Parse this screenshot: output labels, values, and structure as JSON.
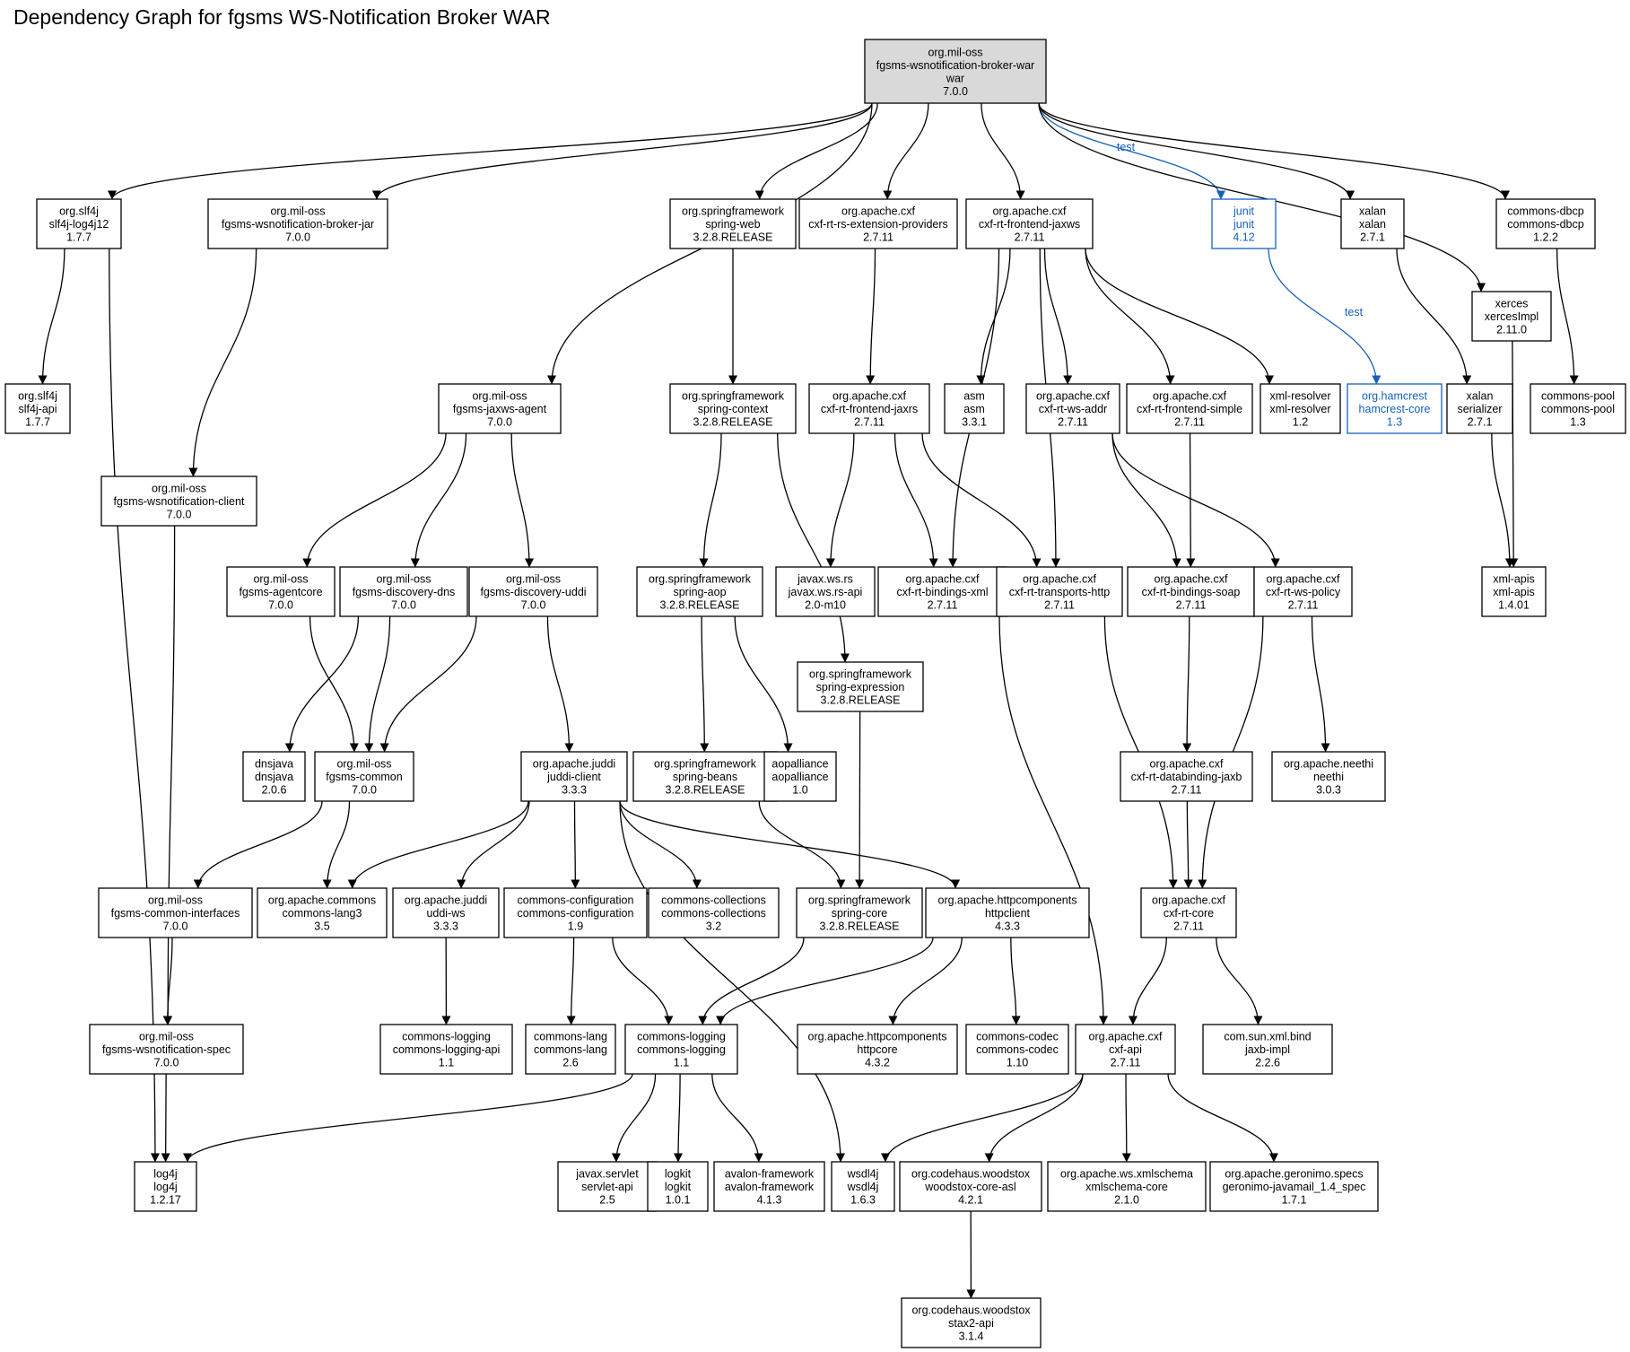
{
  "title": "Dependency Graph for fgsms WS-Notification Broker WAR",
  "colors": {
    "test": "#1560bd",
    "root_fill": "#d9d9d9",
    "default": "#000000"
  },
  "nodes": [
    {
      "id": "root",
      "lines": [
        "org.mil-oss",
        "fgsms-wsnotification-broker-war",
        "war",
        "7.0.0"
      ],
      "style": "root"
    },
    {
      "id": "slf4j-log4j12",
      "lines": [
        "org.slf4j",
        "slf4j-log4j12",
        "1.7.7"
      ]
    },
    {
      "id": "broker-jar",
      "lines": [
        "org.mil-oss",
        "fgsms-wsnotification-broker-jar",
        "7.0.0"
      ]
    },
    {
      "id": "spring-web",
      "lines": [
        "org.springframework",
        "spring-web",
        "3.2.8.RELEASE"
      ]
    },
    {
      "id": "rs-ext",
      "lines": [
        "org.apache.cxf",
        "cxf-rt-rs-extension-providers",
        "2.7.11"
      ]
    },
    {
      "id": "frontend-jaxws",
      "lines": [
        "org.apache.cxf",
        "cxf-rt-frontend-jaxws",
        "2.7.11"
      ]
    },
    {
      "id": "junit",
      "lines": [
        "junit",
        "junit",
        "4.12"
      ],
      "style": "test"
    },
    {
      "id": "xalan",
      "lines": [
        "xalan",
        "xalan",
        "2.7.1"
      ]
    },
    {
      "id": "commons-dbcp",
      "lines": [
        "commons-dbcp",
        "commons-dbcp",
        "1.2.2"
      ]
    },
    {
      "id": "xerces",
      "lines": [
        "xerces",
        "xercesImpl",
        "2.11.0"
      ]
    },
    {
      "id": "slf4j-api",
      "lines": [
        "org.slf4j",
        "slf4j-api",
        "1.7.7"
      ]
    },
    {
      "id": "jaxws-agent",
      "lines": [
        "org.mil-oss",
        "fgsms-jaxws-agent",
        "7.0.0"
      ]
    },
    {
      "id": "spring-context",
      "lines": [
        "org.springframework",
        "spring-context",
        "3.2.8.RELEASE"
      ]
    },
    {
      "id": "frontend-jaxrs",
      "lines": [
        "org.apache.cxf",
        "cxf-rt-frontend-jaxrs",
        "2.7.11"
      ]
    },
    {
      "id": "asm",
      "lines": [
        "asm",
        "asm",
        "3.3.1"
      ]
    },
    {
      "id": "ws-addr",
      "lines": [
        "org.apache.cxf",
        "cxf-rt-ws-addr",
        "2.7.11"
      ]
    },
    {
      "id": "frontend-simple",
      "lines": [
        "org.apache.cxf",
        "cxf-rt-frontend-simple",
        "2.7.11"
      ]
    },
    {
      "id": "xml-resolver",
      "lines": [
        "xml-resolver",
        "xml-resolver",
        "1.2"
      ]
    },
    {
      "id": "hamcrest",
      "lines": [
        "org.hamcrest",
        "hamcrest-core",
        "1.3"
      ],
      "style": "test"
    },
    {
      "id": "serializer",
      "lines": [
        "xalan",
        "serializer",
        "2.7.1"
      ]
    },
    {
      "id": "commons-pool",
      "lines": [
        "commons-pool",
        "commons-pool",
        "1.3"
      ]
    },
    {
      "id": "wsn-client",
      "lines": [
        "org.mil-oss",
        "fgsms-wsnotification-client",
        "7.0.0"
      ]
    },
    {
      "id": "agentcore",
      "lines": [
        "org.mil-oss",
        "fgsms-agentcore",
        "7.0.0"
      ]
    },
    {
      "id": "discovery-dns",
      "lines": [
        "org.mil-oss",
        "fgsms-discovery-dns",
        "7.0.0"
      ]
    },
    {
      "id": "discovery-uddi",
      "lines": [
        "org.mil-oss",
        "fgsms-discovery-uddi",
        "7.0.0"
      ]
    },
    {
      "id": "spring-aop",
      "lines": [
        "org.springframework",
        "spring-aop",
        "3.2.8.RELEASE"
      ]
    },
    {
      "id": "jaxrs-api",
      "lines": [
        "javax.ws.rs",
        "javax.ws.rs-api",
        "2.0-m10"
      ]
    },
    {
      "id": "bindings-xml",
      "lines": [
        "org.apache.cxf",
        "cxf-rt-bindings-xml",
        "2.7.11"
      ]
    },
    {
      "id": "transports-http",
      "lines": [
        "org.apache.cxf",
        "cxf-rt-transports-http",
        "2.7.11"
      ]
    },
    {
      "id": "bindings-soap",
      "lines": [
        "org.apache.cxf",
        "cxf-rt-bindings-soap",
        "2.7.11"
      ]
    },
    {
      "id": "ws-policy",
      "lines": [
        "org.apache.cxf",
        "cxf-rt-ws-policy",
        "2.7.11"
      ]
    },
    {
      "id": "xml-apis",
      "lines": [
        "xml-apis",
        "xml-apis",
        "1.4.01"
      ]
    },
    {
      "id": "spring-expression",
      "lines": [
        "org.springframework",
        "spring-expression",
        "3.2.8.RELEASE"
      ]
    },
    {
      "id": "dnsjava",
      "lines": [
        "dnsjava",
        "dnsjava",
        "2.0.6"
      ]
    },
    {
      "id": "fgsms-common",
      "lines": [
        "org.mil-oss",
        "fgsms-common",
        "7.0.0"
      ]
    },
    {
      "id": "juddi-client",
      "lines": [
        "org.apache.juddi",
        "juddi-client",
        "3.3.3"
      ]
    },
    {
      "id": "spring-beans",
      "lines": [
        "org.springframework",
        "spring-beans",
        "3.2.8.RELEASE"
      ]
    },
    {
      "id": "aopalliance",
      "lines": [
        "aopalliance",
        "aopalliance",
        "1.0"
      ]
    },
    {
      "id": "databinding-jaxb",
      "lines": [
        "org.apache.cxf",
        "cxf-rt-databinding-jaxb",
        "2.7.11"
      ]
    },
    {
      "id": "neethi",
      "lines": [
        "org.apache.neethi",
        "neethi",
        "3.0.3"
      ]
    },
    {
      "id": "common-interfaces",
      "lines": [
        "org.mil-oss",
        "fgsms-common-interfaces",
        "7.0.0"
      ]
    },
    {
      "id": "commons-lang3",
      "lines": [
        "org.apache.commons",
        "commons-lang3",
        "3.5"
      ]
    },
    {
      "id": "uddi-ws",
      "lines": [
        "org.apache.juddi",
        "uddi-ws",
        "3.3.3"
      ]
    },
    {
      "id": "commons-configuration",
      "lines": [
        "commons-configuration",
        "commons-configuration",
        "1.9"
      ]
    },
    {
      "id": "commons-collections",
      "lines": [
        "commons-collections",
        "commons-collections",
        "3.2"
      ]
    },
    {
      "id": "spring-core",
      "lines": [
        "org.springframework",
        "spring-core",
        "3.2.8.RELEASE"
      ]
    },
    {
      "id": "httpclient",
      "lines": [
        "org.apache.httpcomponents",
        "httpclient",
        "4.3.3"
      ]
    },
    {
      "id": "cxf-core",
      "lines": [
        "org.apache.cxf",
        "cxf-rt-core",
        "2.7.11"
      ]
    },
    {
      "id": "wsn-spec",
      "lines": [
        "org.mil-oss",
        "fgsms-wsnotification-spec",
        "7.0.0"
      ]
    },
    {
      "id": "logging-api",
      "lines": [
        "commons-logging",
        "commons-logging-api",
        "1.1"
      ]
    },
    {
      "id": "commons-lang",
      "lines": [
        "commons-lang",
        "commons-lang",
        "2.6"
      ]
    },
    {
      "id": "commons-logging",
      "lines": [
        "commons-logging",
        "commons-logging",
        "1.1"
      ]
    },
    {
      "id": "httpcore",
      "lines": [
        "org.apache.httpcomponents",
        "httpcore",
        "4.3.2"
      ]
    },
    {
      "id": "commons-codec",
      "lines": [
        "commons-codec",
        "commons-codec",
        "1.10"
      ]
    },
    {
      "id": "cxf-api",
      "lines": [
        "org.apache.cxf",
        "cxf-api",
        "2.7.11"
      ]
    },
    {
      "id": "jaxb-impl",
      "lines": [
        "com.sun.xml.bind",
        "jaxb-impl",
        "2.2.6"
      ]
    },
    {
      "id": "log4j",
      "lines": [
        "log4j",
        "log4j",
        "1.2.17"
      ]
    },
    {
      "id": "servlet-api",
      "lines": [
        "javax.servlet",
        "servlet-api",
        "2.5"
      ]
    },
    {
      "id": "logkit",
      "lines": [
        "logkit",
        "logkit",
        "1.0.1"
      ]
    },
    {
      "id": "avalon",
      "lines": [
        "avalon-framework",
        "avalon-framework",
        "4.1.3"
      ]
    },
    {
      "id": "wsdl4j",
      "lines": [
        "wsdl4j",
        "wsdl4j",
        "1.6.3"
      ]
    },
    {
      "id": "woodstox",
      "lines": [
        "org.codehaus.woodstox",
        "woodstox-core-asl",
        "4.2.1"
      ]
    },
    {
      "id": "xmlschema",
      "lines": [
        "org.apache.ws.xmlschema",
        "xmlschema-core",
        "2.1.0"
      ]
    },
    {
      "id": "javamail",
      "lines": [
        "org.apache.geronimo.specs",
        "geronimo-javamail_1.4_spec",
        "1.7.1"
      ]
    },
    {
      "id": "stax2",
      "lines": [
        "org.codehaus.woodstox",
        "stax2-api",
        "3.1.4"
      ]
    }
  ],
  "edges": [
    {
      "from": "root",
      "to": "slf4j-log4j12"
    },
    {
      "from": "root",
      "to": "broker-jar"
    },
    {
      "from": "root",
      "to": "jaxws-agent"
    },
    {
      "from": "root",
      "to": "spring-web"
    },
    {
      "from": "root",
      "to": "rs-ext"
    },
    {
      "from": "root",
      "to": "frontend-jaxws"
    },
    {
      "from": "root",
      "to": "junit",
      "label": "test",
      "style": "test"
    },
    {
      "from": "root",
      "to": "xalan"
    },
    {
      "from": "root",
      "to": "xerces"
    },
    {
      "from": "root",
      "to": "commons-dbcp"
    },
    {
      "from": "slf4j-log4j12",
      "to": "slf4j-api"
    },
    {
      "from": "slf4j-log4j12",
      "to": "log4j"
    },
    {
      "from": "broker-jar",
      "to": "wsn-client"
    },
    {
      "from": "spring-web",
      "to": "spring-context"
    },
    {
      "from": "rs-ext",
      "to": "frontend-jaxrs"
    },
    {
      "from": "frontend-jaxws",
      "to": "bindings-xml"
    },
    {
      "from": "frontend-jaxws",
      "to": "asm"
    },
    {
      "from": "frontend-jaxws",
      "to": "transports-http"
    },
    {
      "from": "frontend-jaxws",
      "to": "ws-addr"
    },
    {
      "from": "frontend-jaxws",
      "to": "frontend-simple"
    },
    {
      "from": "frontend-jaxws",
      "to": "xml-resolver"
    },
    {
      "from": "junit",
      "to": "hamcrest",
      "label": "test",
      "style": "test"
    },
    {
      "from": "xalan",
      "to": "serializer"
    },
    {
      "from": "commons-dbcp",
      "to": "commons-pool"
    },
    {
      "from": "xerces",
      "to": "xml-apis"
    },
    {
      "from": "serializer",
      "to": "xml-apis"
    },
    {
      "from": "jaxws-agent",
      "to": "agentcore"
    },
    {
      "from": "jaxws-agent",
      "to": "discovery-dns"
    },
    {
      "from": "jaxws-agent",
      "to": "discovery-uddi"
    },
    {
      "from": "spring-context",
      "to": "spring-aop"
    },
    {
      "from": "spring-context",
      "to": "spring-expression"
    },
    {
      "from": "frontend-jaxrs",
      "to": "jaxrs-api"
    },
    {
      "from": "frontend-jaxrs",
      "to": "bindings-xml"
    },
    {
      "from": "frontend-jaxrs",
      "to": "transports-http"
    },
    {
      "from": "ws-addr",
      "to": "bindings-soap"
    },
    {
      "from": "ws-addr",
      "to": "ws-policy"
    },
    {
      "from": "frontend-simple",
      "to": "bindings-soap"
    },
    {
      "from": "wsn-client",
      "to": "wsn-spec"
    },
    {
      "from": "agentcore",
      "to": "fgsms-common"
    },
    {
      "from": "discovery-dns",
      "to": "dnsjava"
    },
    {
      "from": "discovery-dns",
      "to": "fgsms-common"
    },
    {
      "from": "discovery-uddi",
      "to": "fgsms-common"
    },
    {
      "from": "discovery-uddi",
      "to": "juddi-client"
    },
    {
      "from": "spring-aop",
      "to": "spring-beans"
    },
    {
      "from": "spring-aop",
      "to": "aopalliance"
    },
    {
      "from": "spring-expression",
      "to": "spring-core"
    },
    {
      "from": "spring-beans",
      "to": "spring-core"
    },
    {
      "from": "bindings-xml",
      "to": "cxf-api"
    },
    {
      "from": "transports-http",
      "to": "cxf-core"
    },
    {
      "from": "bindings-soap",
      "to": "databinding-jaxb"
    },
    {
      "from": "ws-policy",
      "to": "cxf-core"
    },
    {
      "from": "ws-policy",
      "to": "neethi"
    },
    {
      "from": "databinding-jaxb",
      "to": "cxf-core"
    },
    {
      "from": "fgsms-common",
      "to": "common-interfaces"
    },
    {
      "from": "fgsms-common",
      "to": "commons-lang3"
    },
    {
      "from": "juddi-client",
      "to": "commons-lang3"
    },
    {
      "from": "juddi-client",
      "to": "uddi-ws"
    },
    {
      "from": "juddi-client",
      "to": "commons-configuration"
    },
    {
      "from": "juddi-client",
      "to": "commons-collections"
    },
    {
      "from": "juddi-client",
      "to": "httpclient"
    },
    {
      "from": "juddi-client",
      "to": "wsdl4j"
    },
    {
      "from": "common-interfaces",
      "to": "wsn-spec"
    },
    {
      "from": "uddi-ws",
      "to": "logging-api"
    },
    {
      "from": "commons-configuration",
      "to": "commons-lang"
    },
    {
      "from": "commons-configuration",
      "to": "commons-logging"
    },
    {
      "from": "spring-core",
      "to": "commons-logging"
    },
    {
      "from": "httpclient",
      "to": "commons-logging"
    },
    {
      "from": "httpclient",
      "to": "httpcore"
    },
    {
      "from": "httpclient",
      "to": "commons-codec"
    },
    {
      "from": "cxf-core",
      "to": "cxf-api"
    },
    {
      "from": "cxf-core",
      "to": "jaxb-impl"
    },
    {
      "from": "wsn-spec",
      "to": "log4j"
    },
    {
      "from": "commons-logging",
      "to": "log4j"
    },
    {
      "from": "commons-logging",
      "to": "servlet-api"
    },
    {
      "from": "commons-logging",
      "to": "logkit"
    },
    {
      "from": "commons-logging",
      "to": "avalon"
    },
    {
      "from": "cxf-api",
      "to": "wsdl4j"
    },
    {
      "from": "cxf-api",
      "to": "woodstox"
    },
    {
      "from": "cxf-api",
      "to": "xmlschema"
    },
    {
      "from": "cxf-api",
      "to": "javamail"
    },
    {
      "from": "woodstox",
      "to": "stax2"
    }
  ]
}
